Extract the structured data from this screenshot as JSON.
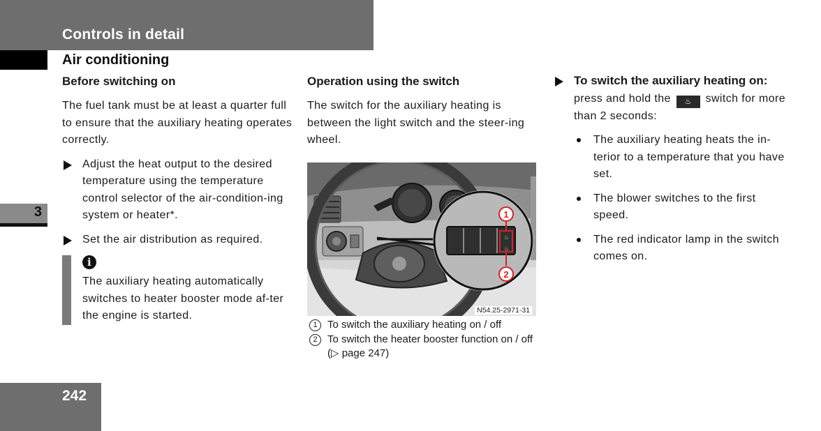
{
  "header": {
    "title": "Controls in detail"
  },
  "section": {
    "title": "Air conditioning"
  },
  "side_tab": {
    "chapter": "3"
  },
  "page": {
    "number": "242"
  },
  "col1": {
    "heading": "Before switching on",
    "intro": "The fuel tank must be at least a quarter full to ensure that the auxiliary heating operates correctly.",
    "steps": [
      "Adjust the heat output to the desired temperature using the temperature control selector of the air-condition-ing system or heater*.",
      "Set the air distribution as required."
    ],
    "note": "The auxiliary heating automatically switches to heater booster mode af-ter the engine is started."
  },
  "col2": {
    "heading": "Operation using the switch",
    "intro": "The switch for the auxiliary heating is between the light switch and the steer-ing wheel.",
    "figure_code": "N54.25-2971-31",
    "callout_1": "1",
    "callout_2": "2",
    "captions": [
      {
        "num": "1",
        "text": "To switch the auxiliary heating on / off"
      },
      {
        "num": "2",
        "text": "To switch the heater booster function on / off (▷ page 247)"
      }
    ]
  },
  "col3": {
    "step_heading": "To switch the auxiliary heating on:",
    "step_pre": "press and hold the",
    "switch_symbol": "♨",
    "step_post": "switch for more than 2 seconds:",
    "bullets": [
      "The auxiliary heating heats the in-terior to a temperature that you have set.",
      "The blower switches to the first speed.",
      "The red indicator lamp in the switch comes on."
    ]
  },
  "colors": {
    "band_gray": "#6e6e6e",
    "callout_red": "#d0242a"
  }
}
